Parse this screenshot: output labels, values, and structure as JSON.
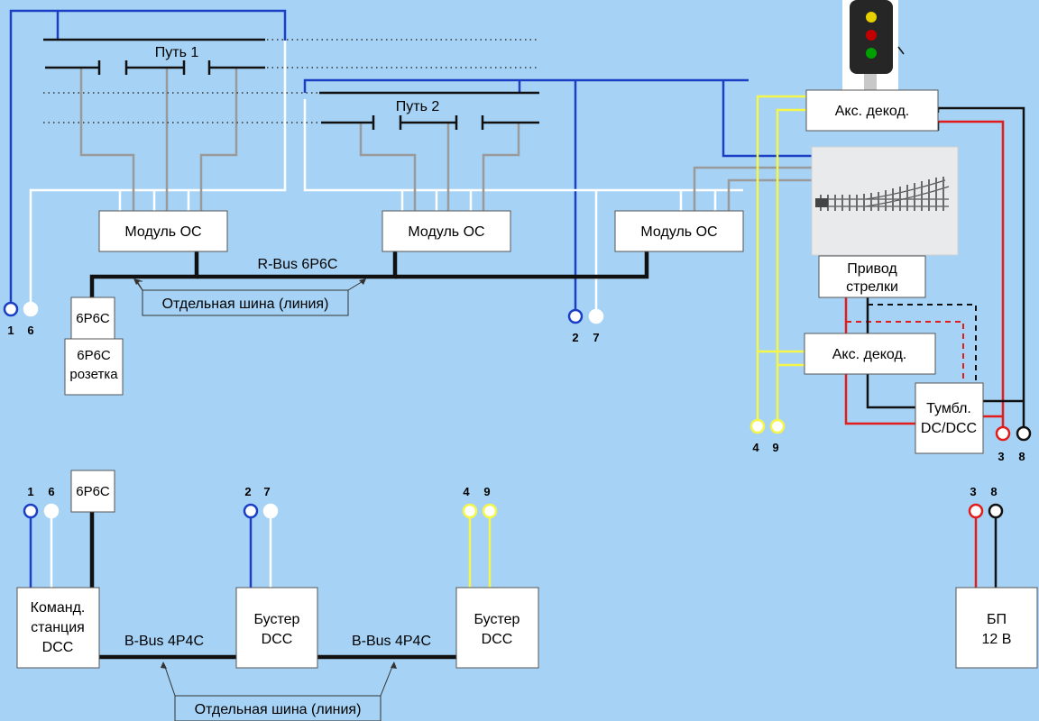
{
  "labels": {
    "track1": "Путь 1",
    "track2": "Путь 2",
    "rbus": "R-Bus 6P6C",
    "separate_bus": "Отдельная шина (линия)",
    "bbus": "B-Bus 4P4C"
  },
  "boxes": {
    "module_oc": "Модуль ОС",
    "jack_6p6c": "6P6C",
    "socket_6p6c": [
      "6P6C",
      "розетка"
    ],
    "acc_decoder": "Акс. декод.",
    "switch_drive": [
      "Привод",
      "стрелки"
    ],
    "toggle": [
      "Тумбл.",
      "DC/DCC"
    ],
    "command_station": [
      "Команд.",
      "станция",
      "DCC"
    ],
    "booster": [
      "Бустер",
      "DCC"
    ],
    "power_supply": [
      "БП",
      "12 В"
    ]
  },
  "terminals": {
    "t1": "1",
    "t2": "2",
    "t3": "3",
    "t4": "4",
    "t6": "6",
    "t7": "7",
    "t8": "8",
    "t9": "9"
  },
  "colors": {
    "background": "#a6d3f5",
    "bus_blue": "#1a3fc4",
    "white": "#ffffff",
    "yellow": "#f5f54a",
    "red": "#e21b1b",
    "black": "#111111",
    "grey": "#9a9a9a"
  }
}
